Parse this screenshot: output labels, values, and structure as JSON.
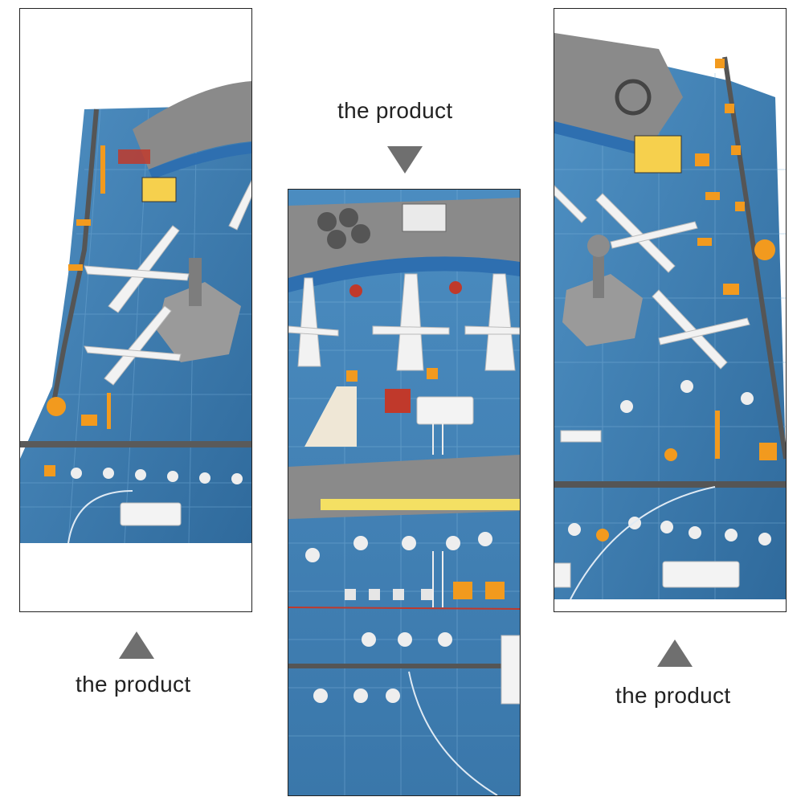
{
  "captions": {
    "top": "the product",
    "bottom_left": "the product",
    "bottom_right": "the product"
  },
  "colors": {
    "arrow": "#6f6f6f",
    "mat": "#3f7fb3",
    "mat_dark": "#2c5f8d",
    "terminal": "#8a8a8a",
    "accent_orange": "#f29a1e",
    "red_marking": "#c0392b"
  },
  "images": [
    {
      "name": "airport-playset-photo-left",
      "subject": "toy airport playset mat viewed at an angle with planes, orange signs and grey terminal"
    },
    {
      "name": "airport-playset-photo-center",
      "subject": "toy airport playset with terminal, parked airliners, bus and ground crew figures"
    },
    {
      "name": "airport-playset-photo-right",
      "subject": "toy airport playset with control tower, airliners, orange beacons and bus"
    }
  ]
}
